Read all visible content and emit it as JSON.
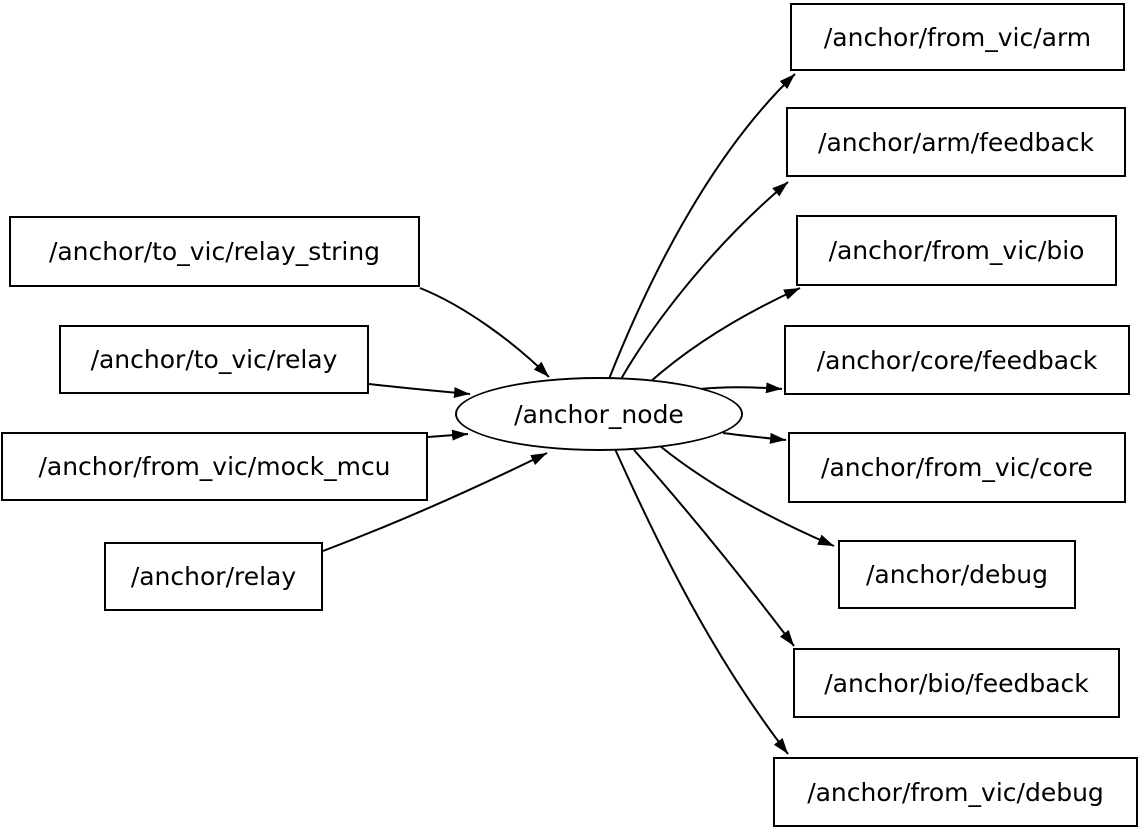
{
  "graph": {
    "kind": "ros-node-topic-graph",
    "colors": {
      "background": "#ffffff",
      "node_fill": "#ffffff",
      "node_border": "#000000",
      "edge": "#000000",
      "text": "#000000"
    },
    "node": {
      "label": "/anchor_node",
      "shape": "ellipse"
    },
    "inputs": [
      {
        "label": "/anchor/to_vic/relay_string"
      },
      {
        "label": "/anchor/to_vic/relay"
      },
      {
        "label": "/anchor/from_vic/mock_mcu"
      },
      {
        "label": "/anchor/relay"
      }
    ],
    "outputs": [
      {
        "label": "/anchor/from_vic/arm"
      },
      {
        "label": "/anchor/arm/feedback"
      },
      {
        "label": "/anchor/from_vic/bio"
      },
      {
        "label": "/anchor/core/feedback"
      },
      {
        "label": "/anchor/from_vic/core"
      },
      {
        "label": "/anchor/debug"
      },
      {
        "label": "/anchor/bio/feedback"
      },
      {
        "label": "/anchor/from_vic/debug"
      }
    ],
    "edges": [
      {
        "from": "/anchor/to_vic/relay_string",
        "to": "/anchor_node"
      },
      {
        "from": "/anchor/to_vic/relay",
        "to": "/anchor_node"
      },
      {
        "from": "/anchor/from_vic/mock_mcu",
        "to": "/anchor_node"
      },
      {
        "from": "/anchor/relay",
        "to": "/anchor_node"
      },
      {
        "from": "/anchor_node",
        "to": "/anchor/from_vic/arm"
      },
      {
        "from": "/anchor_node",
        "to": "/anchor/arm/feedback"
      },
      {
        "from": "/anchor_node",
        "to": "/anchor/from_vic/bio"
      },
      {
        "from": "/anchor_node",
        "to": "/anchor/core/feedback"
      },
      {
        "from": "/anchor_node",
        "to": "/anchor/from_vic/core"
      },
      {
        "from": "/anchor_node",
        "to": "/anchor/debug"
      },
      {
        "from": "/anchor_node",
        "to": "/anchor/bio/feedback"
      },
      {
        "from": "/anchor_node",
        "to": "/anchor/from_vic/debug"
      }
    ]
  }
}
